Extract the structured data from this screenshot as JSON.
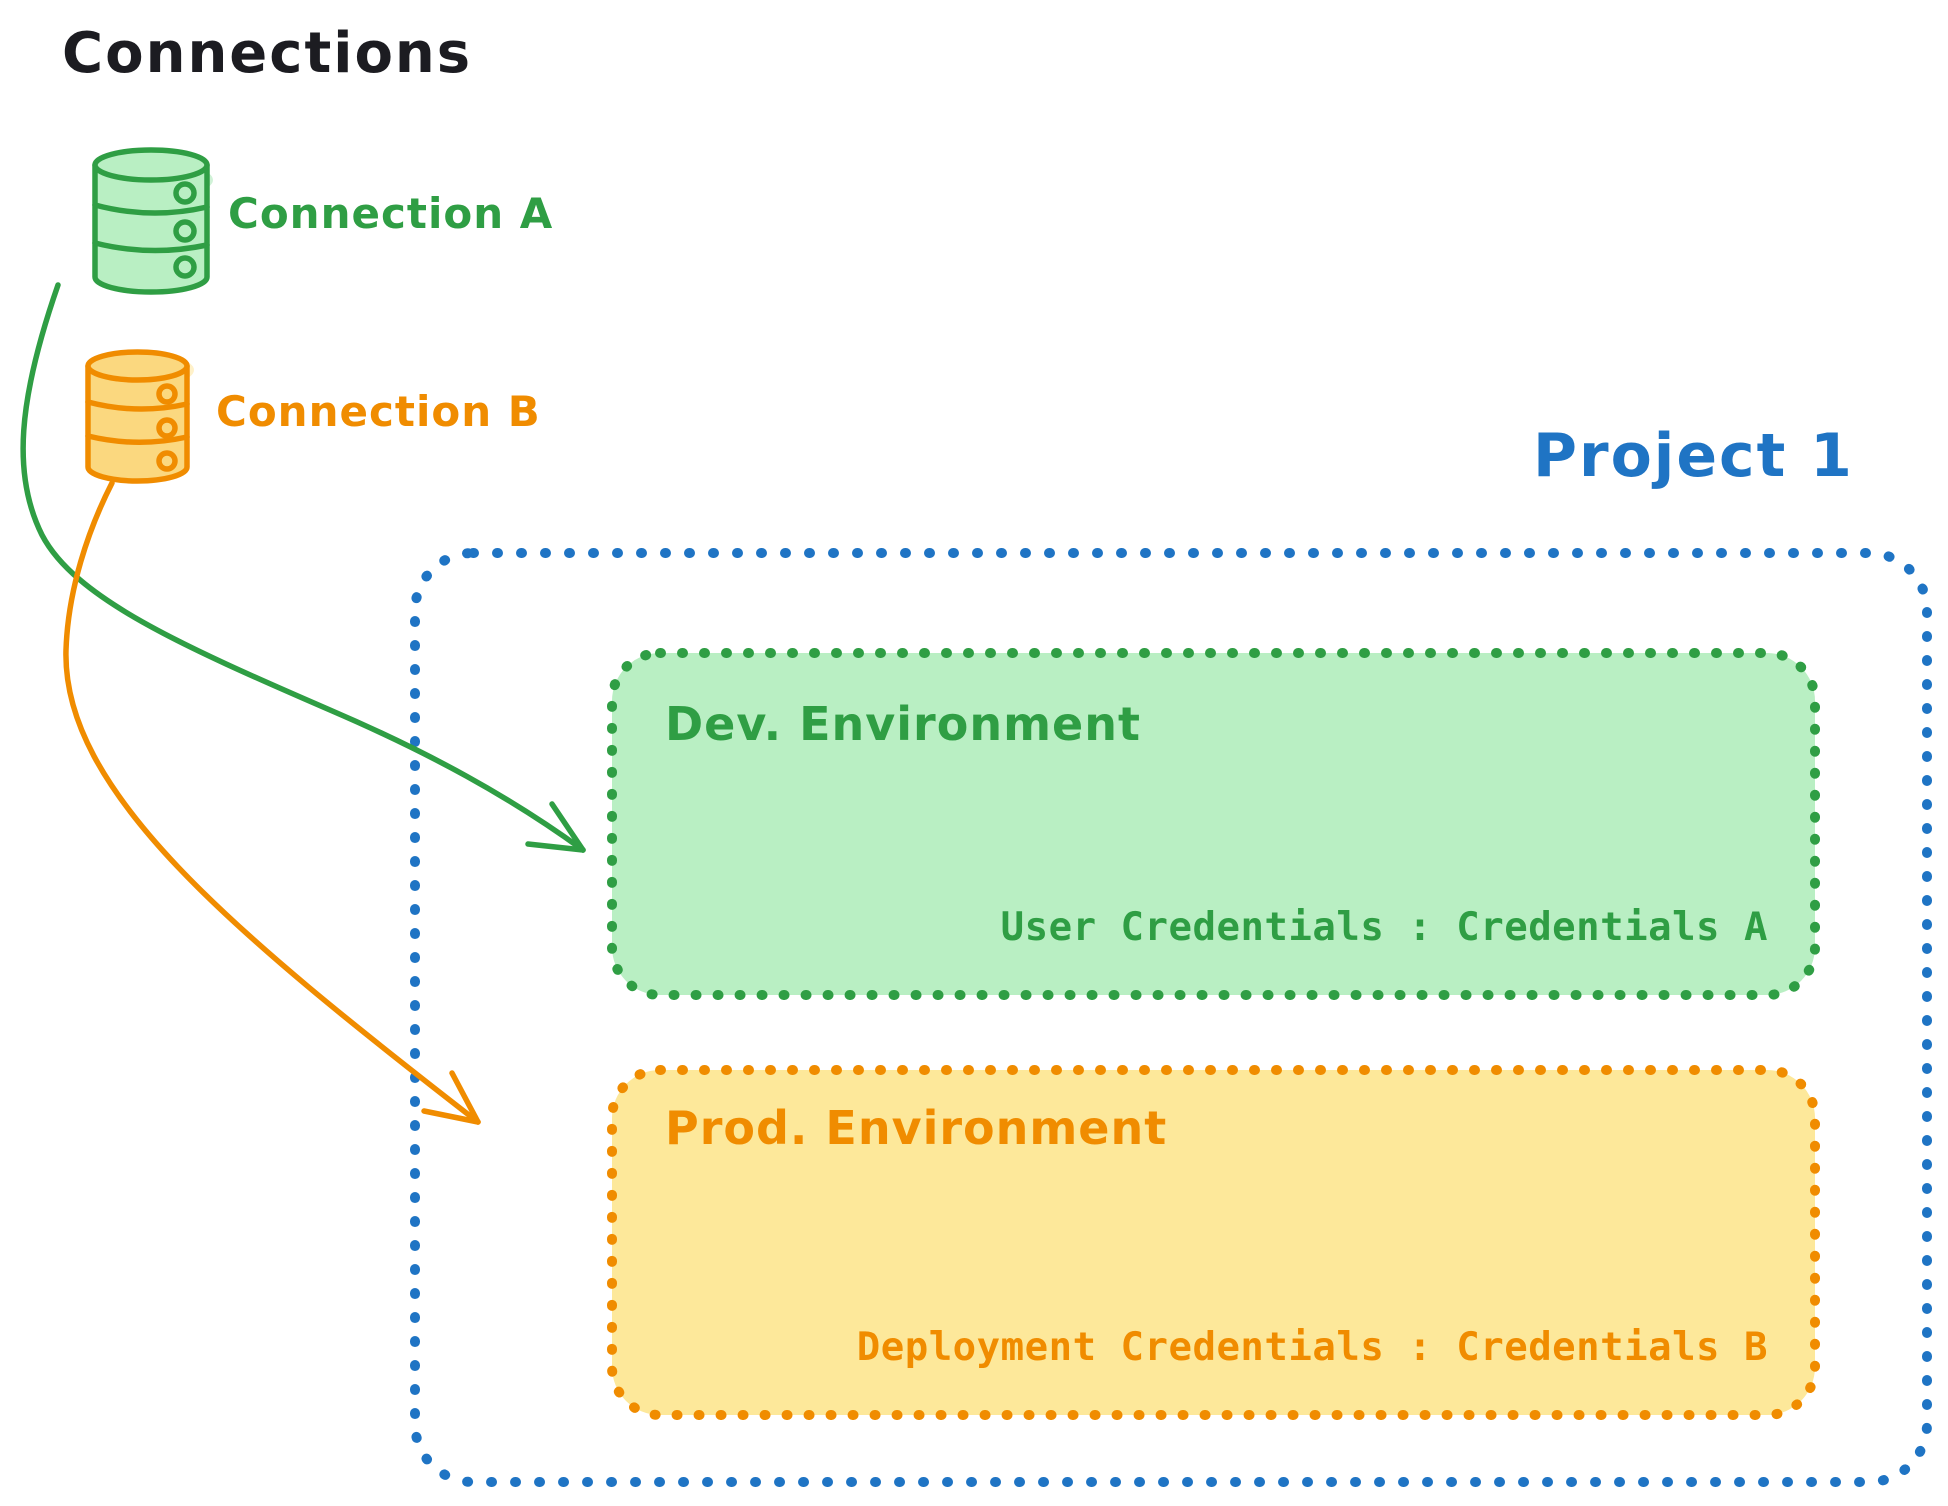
{
  "title": "Connections",
  "colors": {
    "green_stroke": "#2f9e44",
    "green_fill": "#b9efc3",
    "orange_stroke": "#f08c00",
    "orange_box_fill": "#fde89a",
    "orange_cylinder_fill": "#fbd87f",
    "blue": "#1f74c4",
    "text_black": "#1c1c21"
  },
  "connections": [
    {
      "label": "Connection A",
      "color": "#2f9e44"
    },
    {
      "label": "Connection B",
      "color": "#f08c00"
    }
  ],
  "project": {
    "label": "Project 1",
    "environments": [
      {
        "name": "Dev. Environment",
        "credential_line": "User Credentials : Credentials A"
      },
      {
        "name": "Prod. Environment",
        "credential_line": "Deployment Credentials : Credentials B"
      }
    ]
  }
}
